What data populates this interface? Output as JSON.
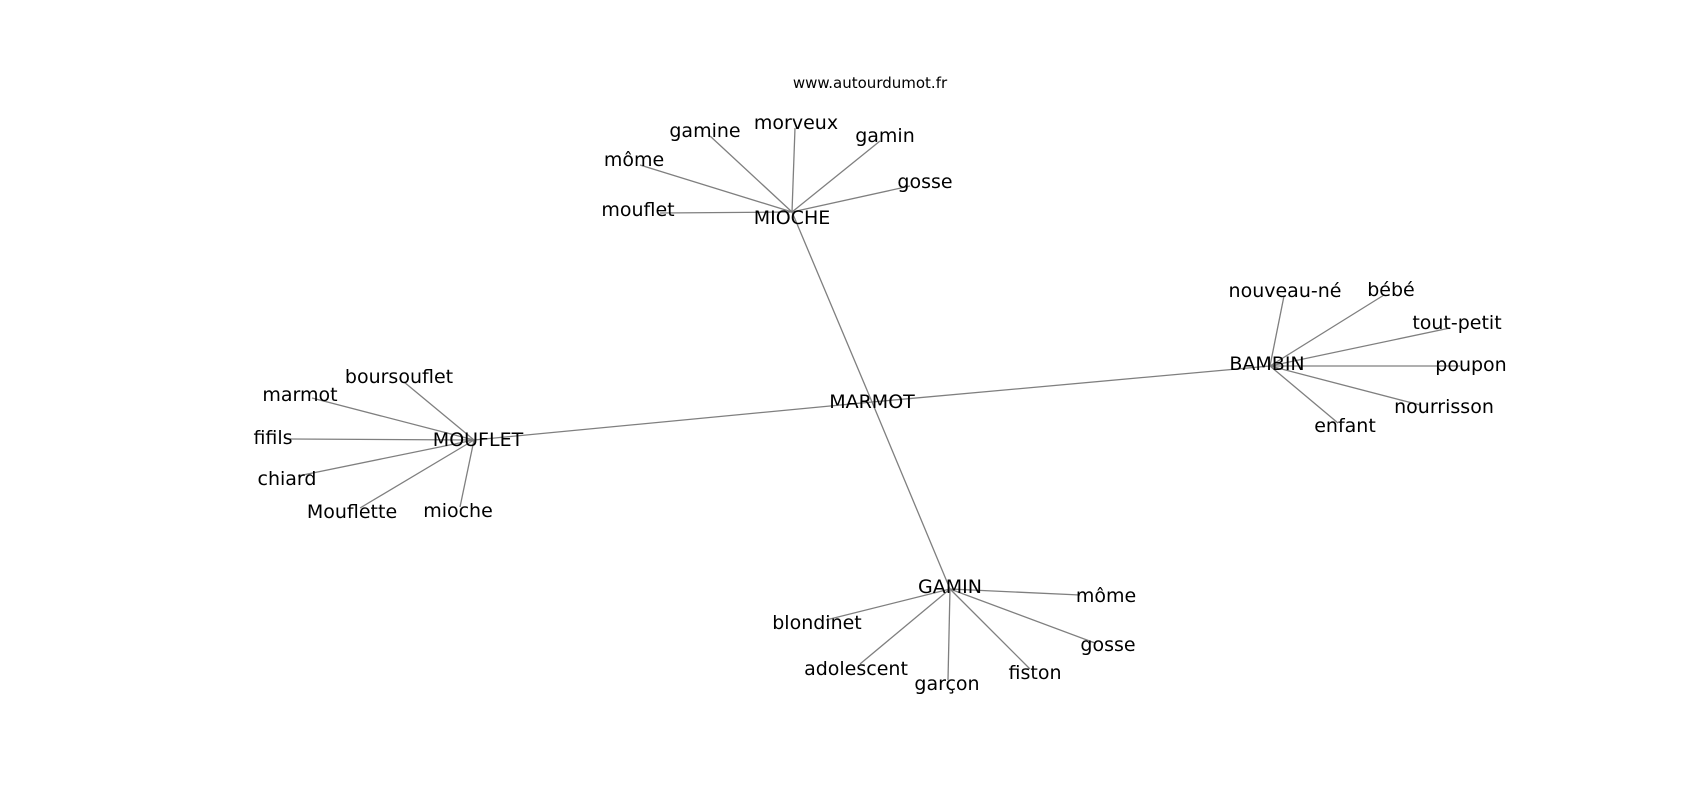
{
  "site": "www.autourdumot.fr",
  "center": {
    "id": "marmot",
    "label": "MARMOT"
  },
  "hubs": [
    {
      "id": "mioche",
      "label": "MIOCHE",
      "words": [
        {
          "id": "mioche-gamine",
          "label": "gamine"
        },
        {
          "id": "mioche-morveux",
          "label": "morveux"
        },
        {
          "id": "mioche-gamin",
          "label": "gamin"
        },
        {
          "id": "mioche-mome",
          "label": "môme"
        },
        {
          "id": "mioche-gosse",
          "label": "gosse"
        },
        {
          "id": "mioche-mouflet",
          "label": "mouflet"
        }
      ]
    },
    {
      "id": "bambin",
      "label": "BAMBIN",
      "words": [
        {
          "id": "bambin-nouveau-ne",
          "label": "nouveau-né"
        },
        {
          "id": "bambin-bebe",
          "label": "bébé"
        },
        {
          "id": "bambin-tout-petit",
          "label": "tout-petit"
        },
        {
          "id": "bambin-poupon",
          "label": "poupon"
        },
        {
          "id": "bambin-nourrisson",
          "label": "nourrisson"
        },
        {
          "id": "bambin-enfant",
          "label": "enfant"
        }
      ]
    },
    {
      "id": "mouflet",
      "label": "MOUFLET",
      "words": [
        {
          "id": "mouflet-boursouflet",
          "label": "boursouflet"
        },
        {
          "id": "mouflet-marmot",
          "label": "marmot"
        },
        {
          "id": "mouflet-fifils",
          "label": "fifils"
        },
        {
          "id": "mouflet-chiard",
          "label": "chiard"
        },
        {
          "id": "mouflet-mouflette",
          "label": "Mouflette"
        },
        {
          "id": "mouflet-mioche",
          "label": "mioche"
        }
      ]
    },
    {
      "id": "gamin",
      "label": "GAMIN",
      "words": [
        {
          "id": "gamin-mome",
          "label": "môme"
        },
        {
          "id": "gamin-blondinet",
          "label": "blondinet"
        },
        {
          "id": "gamin-gosse",
          "label": "gosse"
        },
        {
          "id": "gamin-adolescent",
          "label": "adolescent"
        },
        {
          "id": "gamin-fiston",
          "label": "fiston"
        },
        {
          "id": "gamin-garcon",
          "label": "garçon"
        }
      ]
    }
  ]
}
